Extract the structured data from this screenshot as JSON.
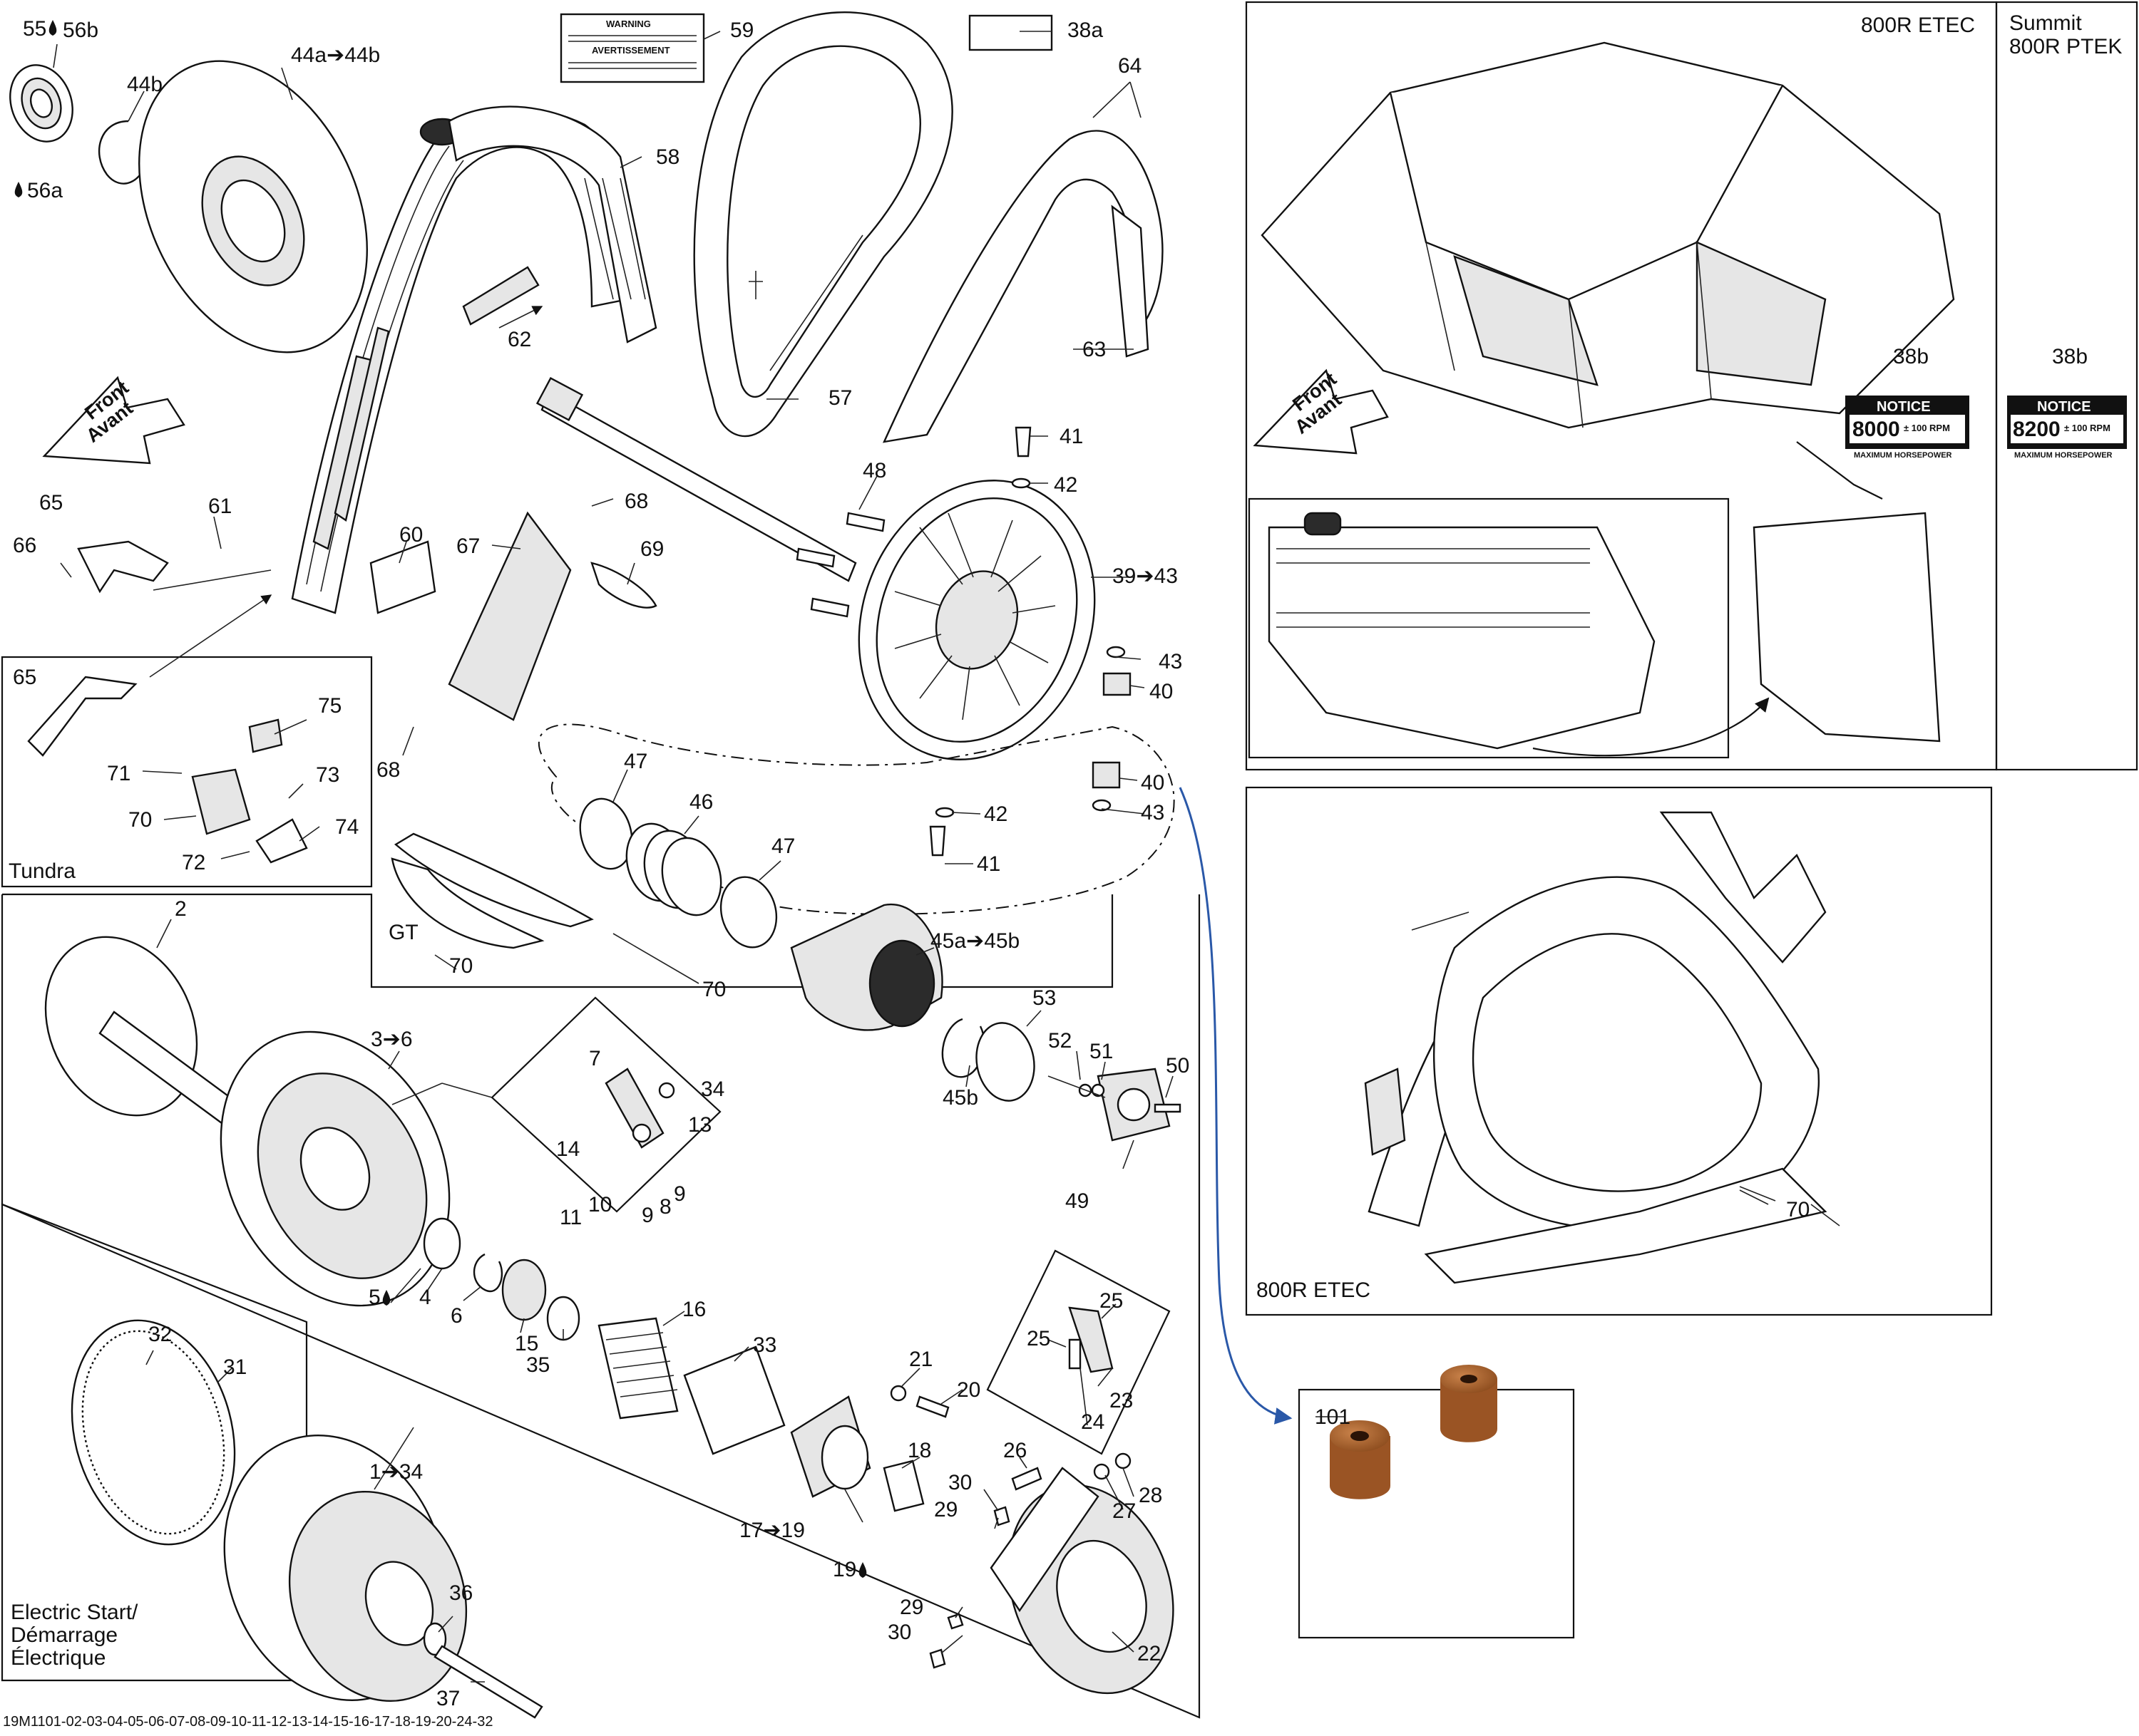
{
  "diagram_id": "19M1101-02-03-04-05-06-07-08-09-10-11-12-13-14-15-16-17-18-19-20-24-32",
  "front_label": [
    "Front",
    "Avant"
  ],
  "warning_label": [
    "WARNING",
    "AVERTISSEMENT"
  ],
  "notice": {
    "title": "NOTICE",
    "rpm_800r": "8000",
    "rpm_summit": "8200",
    "rpm_suffix": "± 100 RPM",
    "subtitle": "MAXIMUM HORSEPOWER"
  },
  "insets": {
    "etec_top": "800R ETEC",
    "summit": [
      "Summit",
      "800R PTEK"
    ],
    "etec_guard": "800R ETEC",
    "tundra": "Tundra",
    "gt": "GT",
    "electric_start": [
      "Electric Start/",
      "Démarrage",
      "Électrique"
    ]
  },
  "callouts": {
    "c55": "55",
    "c56b": "56b",
    "c56a": "56a",
    "c44a": "44a➔44b",
    "c44b": "44b",
    "c59": "59",
    "c38a": "38a",
    "c64": "64",
    "c58": "58",
    "c62": "62",
    "c63": "63",
    "c57": "57",
    "c38b_1": "38b",
    "c38b_2": "38b",
    "c41a": "41",
    "c42a": "42",
    "c48": "48",
    "c39": "39➔43",
    "c43a": "43",
    "c40a": "40",
    "c40b": "40",
    "c43b": "43",
    "c42b": "42",
    "c41b": "41",
    "c65a": "65",
    "c66": "66",
    "c61": "61",
    "c60": "60",
    "c67": "67",
    "c68a": "68",
    "c69": "69",
    "c68b": "68",
    "c65b": "65",
    "c75": "75",
    "c71": "71",
    "c73": "73",
    "c70a": "70",
    "c74": "74",
    "c72": "72",
    "c47a": "47",
    "c46": "46",
    "c47b": "47",
    "c70b": "70",
    "c70c": "70",
    "c45a": "45a➔45b",
    "c2": "2",
    "c3": "3➔6",
    "c7": "7",
    "c34a": "34",
    "c13": "13",
    "c14": "14",
    "c10": "10",
    "c11": "11",
    "c9a": "9",
    "c8": "8",
    "c9b": "9",
    "c53": "53",
    "c52": "52",
    "c51": "51",
    "c50": "50",
    "c45b": "45b",
    "c49": "49",
    "c5": "5",
    "c4": "4",
    "c6": "6",
    "c15": "15",
    "c35": "35",
    "c16": "16",
    "c33": "33",
    "c21": "21",
    "c20": "20",
    "c25a": "25",
    "c25b": "25",
    "c23": "23",
    "c24": "24",
    "c70d": "70",
    "c101": "101",
    "c32": "32",
    "c31": "31",
    "c1": "1➔34",
    "c26": "26",
    "c28": "28",
    "c30a": "30",
    "c29a": "29",
    "c27": "27",
    "c18": "18",
    "c17": "17➔19",
    "c19": "19",
    "c29b": "29",
    "c30b": "30",
    "c22": "22",
    "c36": "36",
    "c37": "37"
  },
  "colors": {
    "ink": "#111111",
    "arrow": "#2a58a8",
    "spacer": "#a8602a"
  }
}
